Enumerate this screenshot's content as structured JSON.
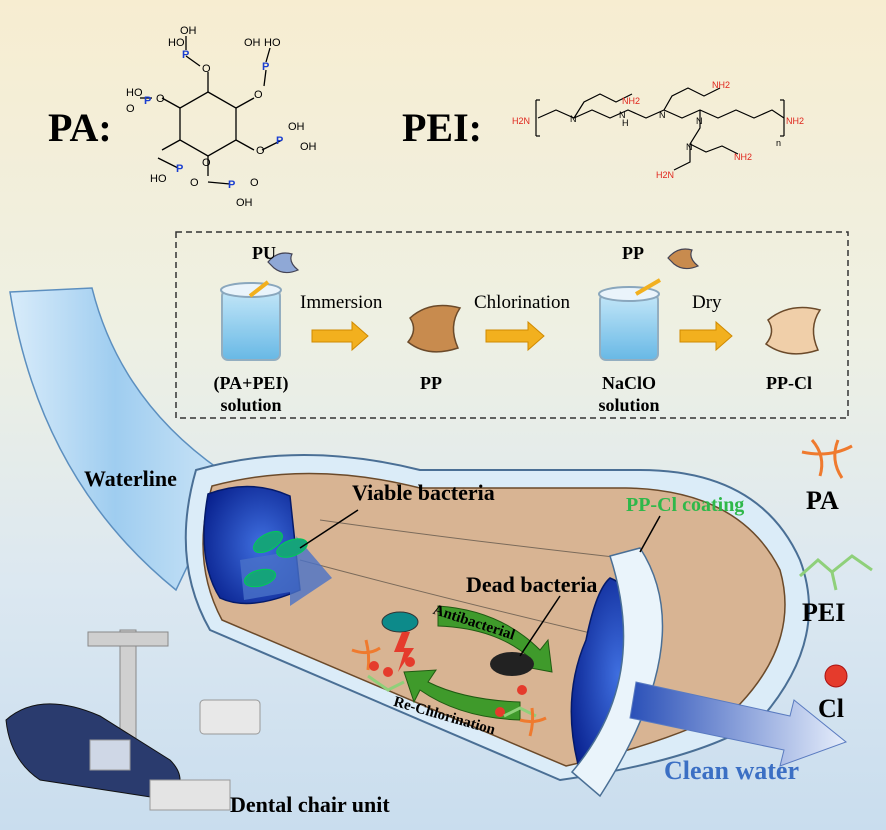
{
  "labels": {
    "pa_title": "PA:",
    "pei_title": "PEI:",
    "step_pu": "PU",
    "step_pp_top": "PP",
    "step_immersion": "Immersion",
    "step_chlorination": "Chlorination",
    "step_dry": "Dry",
    "step_solution1": "(PA+PEI)\nsolution",
    "step_pp": "PP",
    "step_solution2": "NaClO\nsolution",
    "step_ppcl": "PP-Cl",
    "waterline": "Waterline",
    "viable_bacteria": "Viable bacteria",
    "dead_bacteria": "Dead bacteria",
    "antibacterial": "Antibacterial",
    "rechlorination": "Re-Chlorination",
    "coating": "PP-Cl coating",
    "legend_pa": "PA",
    "legend_pei": "PEI",
    "legend_cl": "Cl",
    "clean_water": "Clean water",
    "dental_chair": "Dental chair unit"
  },
  "chem": {
    "oh": "OH",
    "ho": "HO",
    "p": "P",
    "o": "O",
    "n": "N",
    "h": "H",
    "nh2": "NH2",
    "h2n": "H2N",
    "n_sub": "n"
  },
  "colors": {
    "tube": "#a9d4f2",
    "tube_inner": "#dbecf8",
    "coating": "#d8b493",
    "water_dark": "#0b2fb0",
    "arrow_orange": "#f2b01e",
    "arrow_green": "#3f9a2b",
    "pa_mark": "#ef7a2e",
    "pei_mark": "#8fd07a",
    "cl_mark": "#e53b2c",
    "text_green": "#2fb84a",
    "text_blue": "#3b6fc4"
  }
}
